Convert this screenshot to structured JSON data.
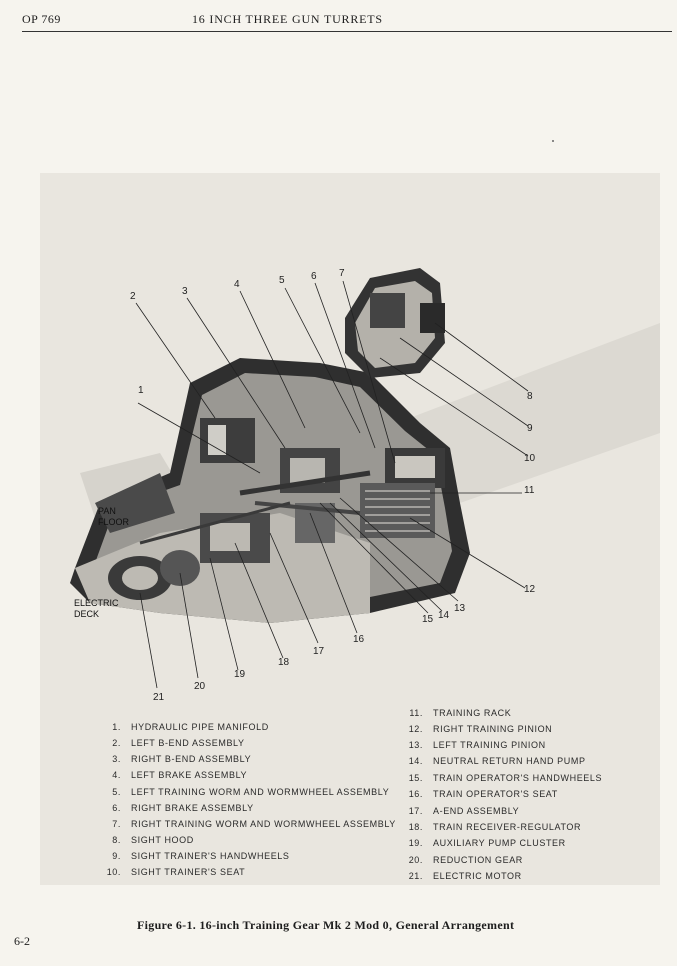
{
  "header": {
    "document_code": "OP 769",
    "title": "16 INCH THREE GUN TURRETS"
  },
  "figure": {
    "area_labels": {
      "pan_floor": "PAN\nFLOOR",
      "electric_deck": "ELECTRIC\nDECK"
    },
    "callouts": [
      "1",
      "2",
      "3",
      "4",
      "5",
      "6",
      "7",
      "8",
      "9",
      "10",
      "11",
      "12",
      "13",
      "14",
      "15",
      "16",
      "17",
      "18",
      "19",
      "20",
      "21"
    ]
  },
  "legend": {
    "left": [
      {
        "number": "1.",
        "text": "HYDRAULIC PIPE MANIFOLD"
      },
      {
        "number": "2.",
        "text": "LEFT B-END ASSEMBLY"
      },
      {
        "number": "3.",
        "text": "RIGHT B-END ASSEMBLY"
      },
      {
        "number": "4.",
        "text": "LEFT BRAKE ASSEMBLY"
      },
      {
        "number": "5.",
        "text": "LEFT TRAINING WORM AND WORMWHEEL ASSEMBLY"
      },
      {
        "number": "6.",
        "text": "RIGHT BRAKE ASSEMBLY"
      },
      {
        "number": "7.",
        "text": "RIGHT TRAINING WORM AND WORMWHEEL ASSEMBLY"
      },
      {
        "number": "8.",
        "text": "SIGHT HOOD"
      },
      {
        "number": "9.",
        "text": "SIGHT TRAINER'S HANDWHEELS"
      },
      {
        "number": "10.",
        "text": "SIGHT TRAINER'S SEAT"
      }
    ],
    "right": [
      {
        "number": "11.",
        "text": "TRAINING RACK"
      },
      {
        "number": "12.",
        "text": "RIGHT TRAINING PINION"
      },
      {
        "number": "13.",
        "text": "LEFT TRAINING PINION"
      },
      {
        "number": "14.",
        "text": "NEUTRAL RETURN HAND PUMP"
      },
      {
        "number": "15.",
        "text": "TRAIN OPERATOR'S HANDWHEELS"
      },
      {
        "number": "16.",
        "text": "TRAIN OPERATOR'S SEAT"
      },
      {
        "number": "17.",
        "text": "A-END ASSEMBLY"
      },
      {
        "number": "18.",
        "text": "TRAIN RECEIVER-REGULATOR"
      },
      {
        "number": "19.",
        "text": "AUXILIARY PUMP CLUSTER"
      },
      {
        "number": "20.",
        "text": "REDUCTION GEAR"
      },
      {
        "number": "21.",
        "text": "ELECTRIC MOTOR"
      }
    ]
  },
  "caption": "Figure 6-1.  16-inch Training Gear Mk 2 Mod 0, General Arrangement",
  "page_number": "6-2",
  "colors": {
    "paper": "#f6f4ee",
    "plate": "#e9e6df",
    "machinery_dark": "#3a3a3a",
    "machinery_mid": "#8a8a8a"
  }
}
